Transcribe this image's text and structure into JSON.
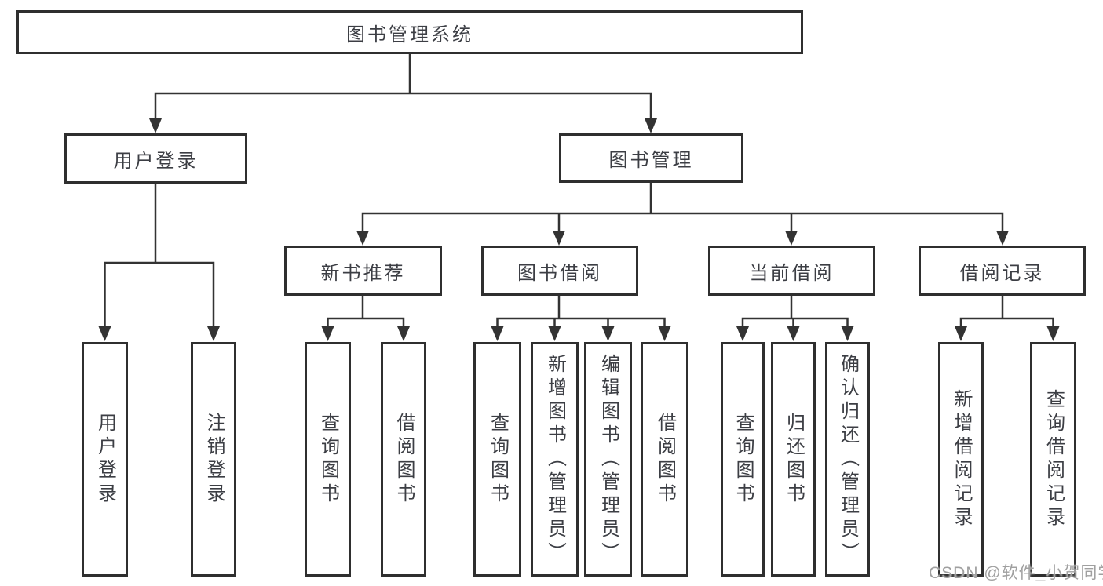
{
  "diagram": {
    "root": "图书管理系统",
    "level2": [
      "用户登录",
      "图书管理"
    ],
    "level3": [
      "新书推荐",
      "图书借阅",
      "当前借阅",
      "借阅记录"
    ],
    "leaves": [
      "用户登录",
      "注销登录",
      "查询图书",
      "借阅图书",
      "查询图书",
      "新增图书（管理员）",
      "编辑图书（管理员）",
      "借阅图书",
      "查询图书",
      "归还图书",
      "确认归还（管理员）",
      "新增借阅记录",
      "查询借阅记录"
    ]
  },
  "watermark": "CSDN @软件_小贺同学",
  "colors": {
    "line": "#333333",
    "box_border": "#2f2f2f",
    "text": "#3c3e44",
    "watermark": "#a0a0a0",
    "background": "#ffffff"
  }
}
